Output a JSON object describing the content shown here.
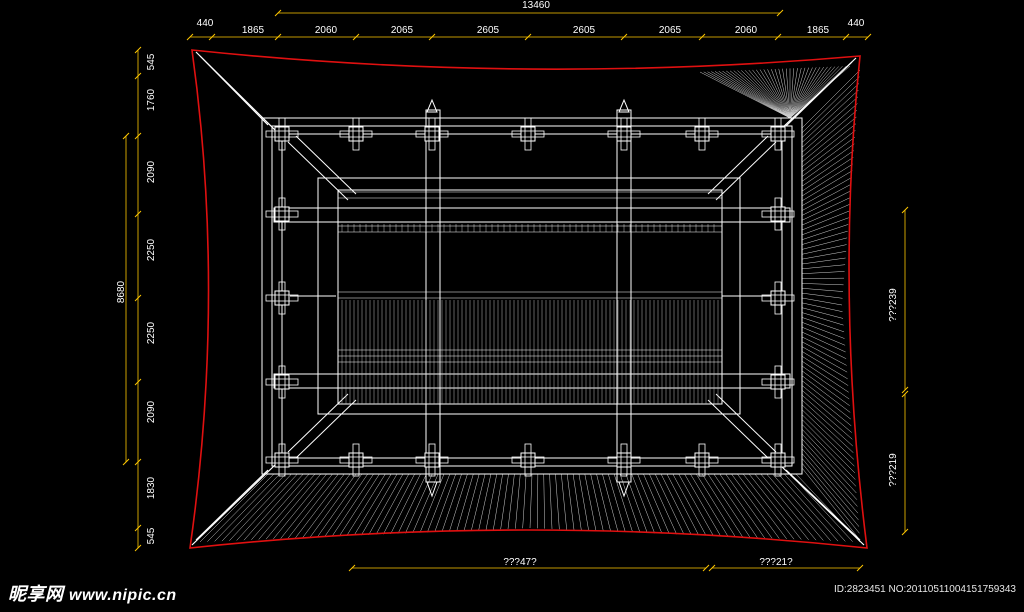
{
  "drawing": {
    "top_dims": {
      "overall": "13460",
      "segments": [
        "440",
        "1865",
        "2060",
        "2065",
        "2605",
        "2605",
        "2065",
        "2060",
        "1865",
        "440"
      ]
    },
    "left_dims": {
      "overall": "8680",
      "segments": [
        "545",
        "1760",
        "2090",
        "2250",
        "2250",
        "2090",
        "1830",
        "545"
      ]
    },
    "right_dims": {
      "upper": "???239",
      "lower": "???219"
    },
    "bottom_dims": {
      "left": "???47?",
      "right": "???21?"
    },
    "colors": {
      "background": "#000000",
      "lines": "#ffffff",
      "dimension_lines": "#ffc800",
      "eave_outline": "#e01010",
      "text": "#ffffff"
    }
  },
  "watermark": {
    "logo": "昵享网",
    "site": "www.nipic.cn",
    "id_text": "ID:2823451 NO:20110511004151759343"
  }
}
